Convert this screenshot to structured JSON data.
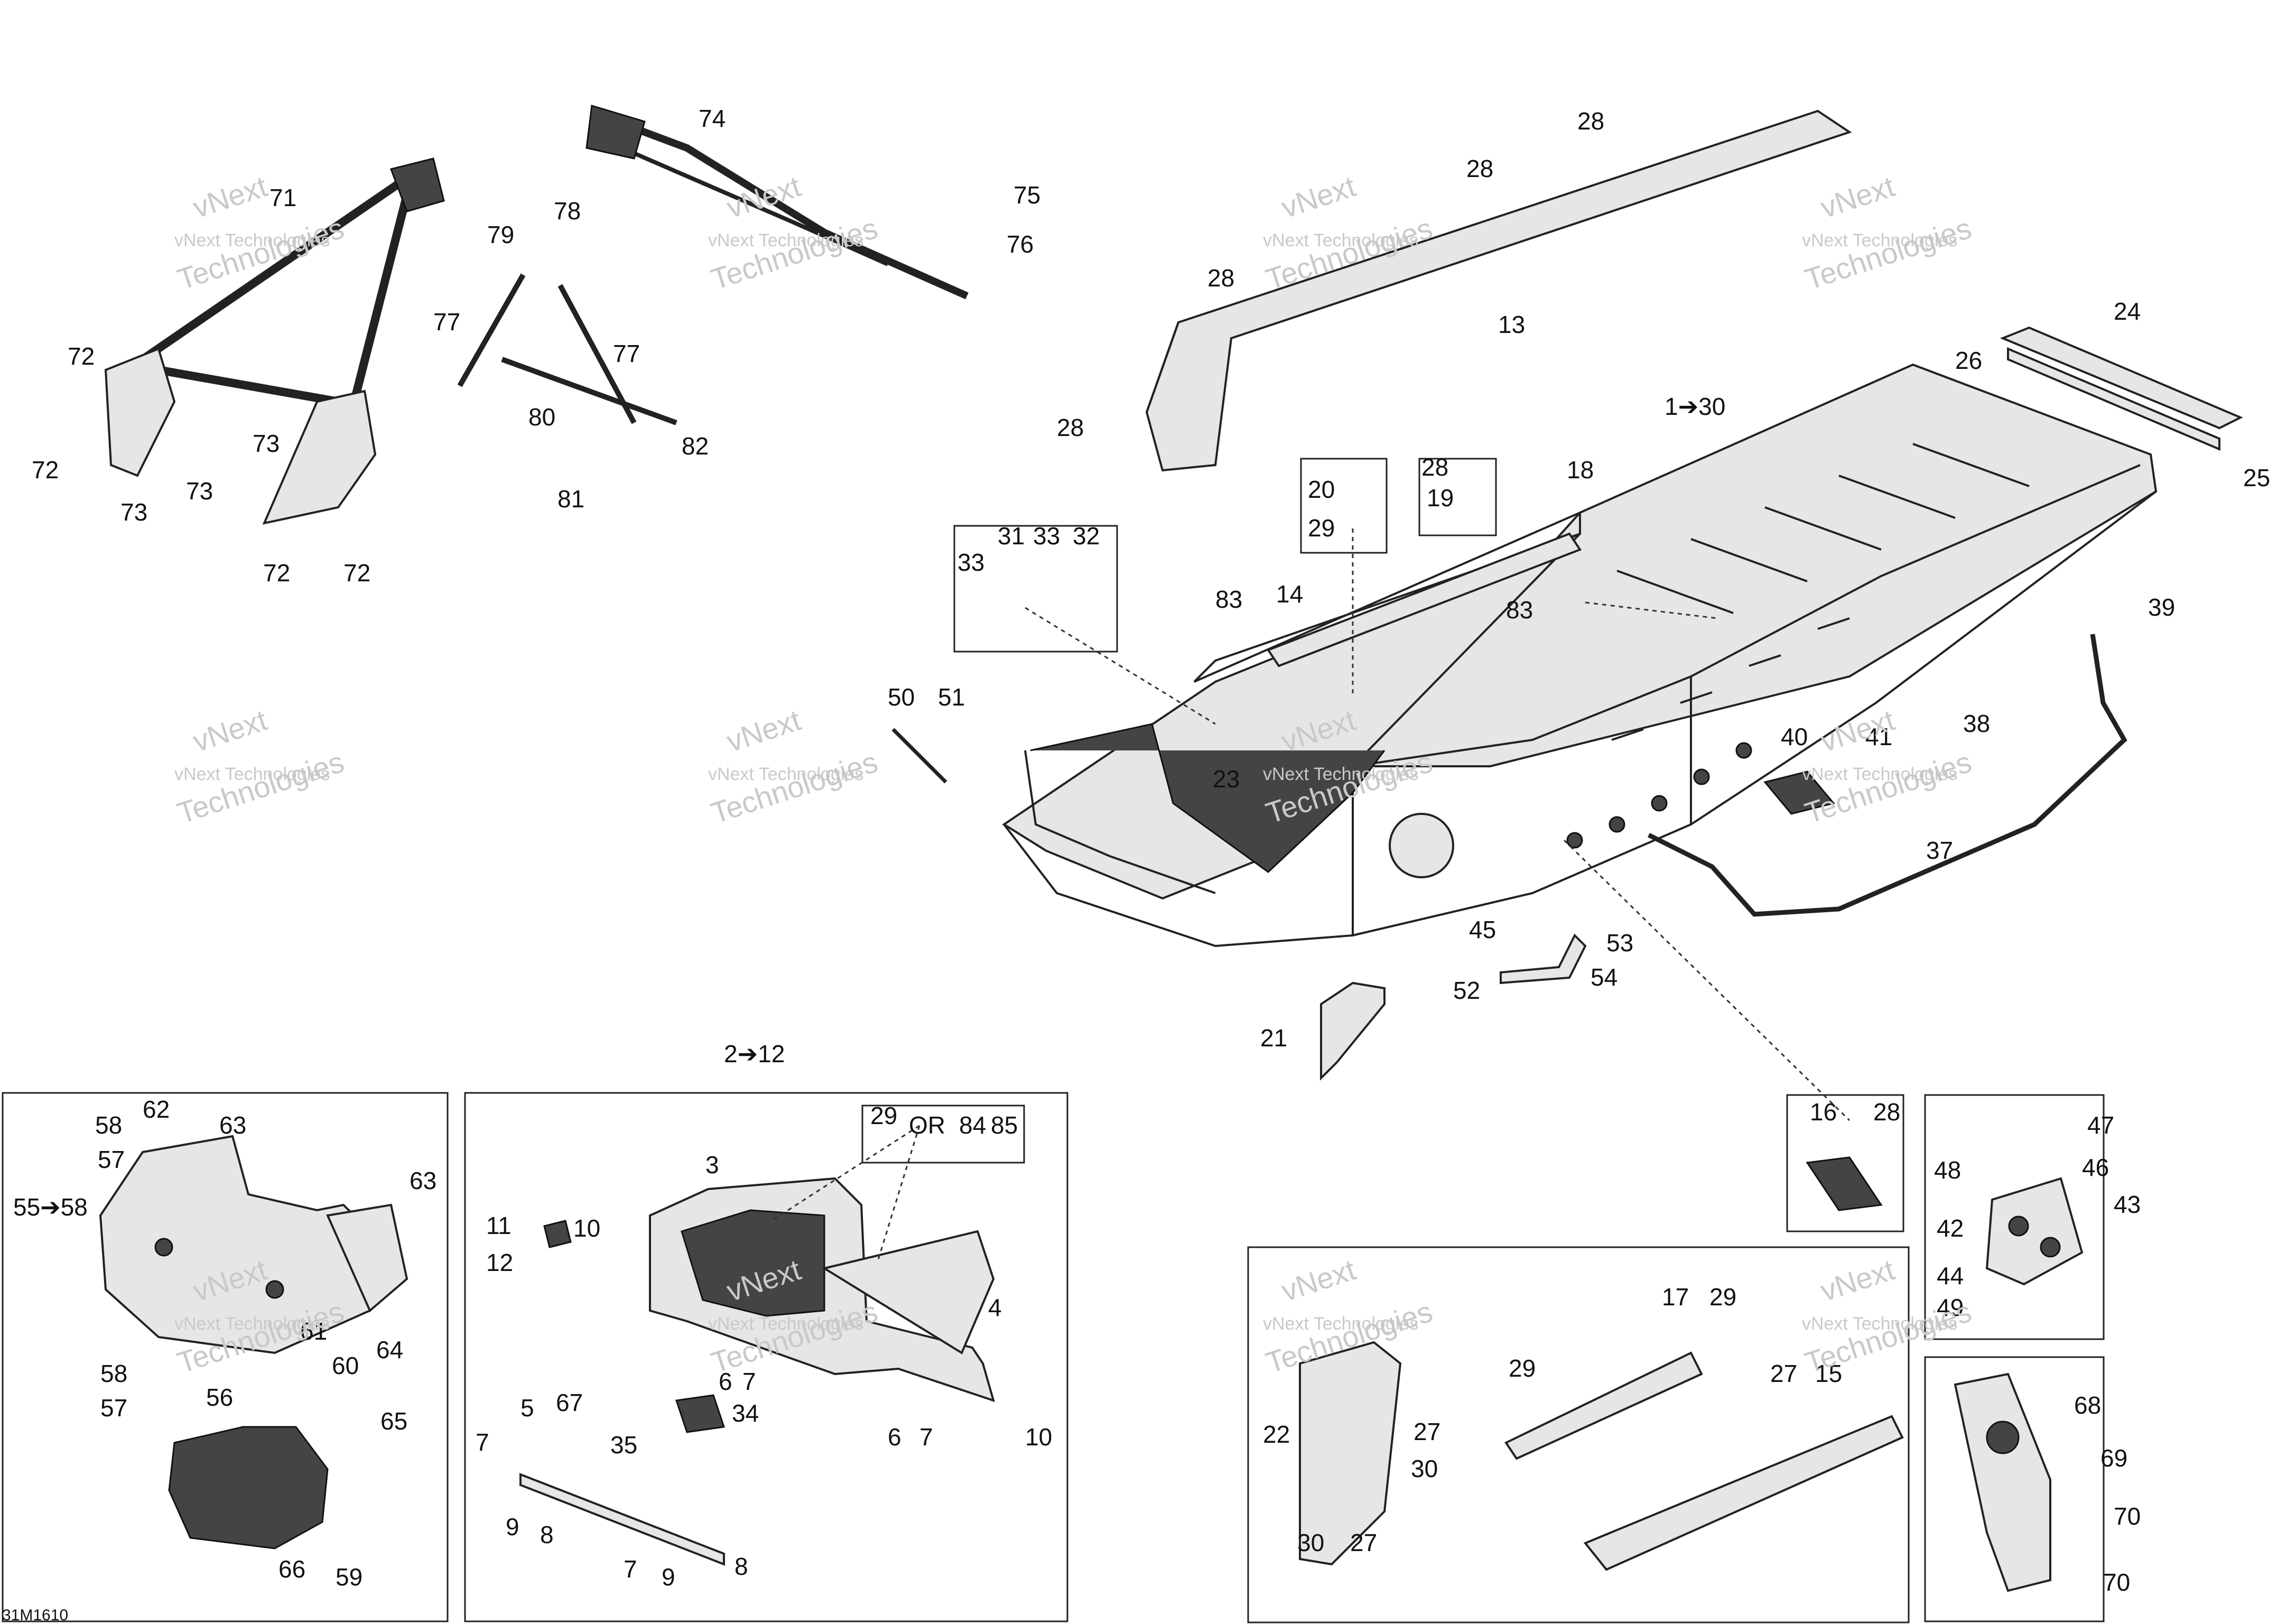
{
  "diagram_code": "31M1610",
  "watermark": [
    "vNext Technologies",
    "vNext",
    "Technologies"
  ],
  "callouts": [
    "1➔30",
    "2➔12",
    "3",
    "4",
    "5",
    "6",
    "7",
    "8",
    "9",
    "10",
    "11",
    "12",
    "13",
    "14",
    "15",
    "16",
    "17",
    "18",
    "19",
    "20",
    "21",
    "22",
    "23",
    "24",
    "25",
    "26",
    "27",
    "28",
    "29",
    "OR",
    "30",
    "31",
    "32",
    "33",
    "34",
    "35",
    "37",
    "38",
    "39",
    "40",
    "41",
    "42",
    "43",
    "44",
    "45",
    "46",
    "47",
    "48",
    "49",
    "50",
    "51",
    "52",
    "53",
    "54",
    "55➔58",
    "56",
    "57",
    "58",
    "59",
    "60",
    "61",
    "62",
    "63",
    "64",
    "65",
    "66",
    "67",
    "68",
    "69",
    "70",
    "71",
    "72",
    "73",
    "74",
    "75",
    "76",
    "77",
    "78",
    "79",
    "80",
    "81",
    "82",
    "83",
    "84",
    "85"
  ]
}
